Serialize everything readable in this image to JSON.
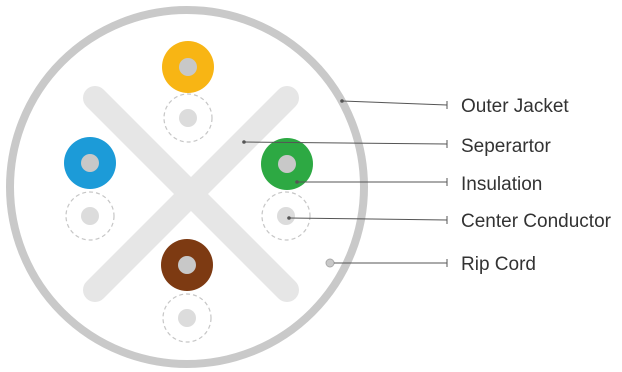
{
  "labels": {
    "outer_jacket": "Outer Jacket",
    "separator": "Seperartor",
    "insulation": "Insulation",
    "center_conductor": "Center Conductor",
    "rip_cord": "Rip Cord"
  },
  "colors": {
    "jacket_ring": "#c9c9c9",
    "separator": "#e6e6e6",
    "conductor": "#c8c8c8",
    "orange_insulation": "#f8b514",
    "blue_insulation": "#1c9bd8",
    "green_insulation": "#2da943",
    "brown_insulation": "#7d3a12",
    "dashed_outline": "#c6c6c6",
    "leader_line": "#555555"
  }
}
